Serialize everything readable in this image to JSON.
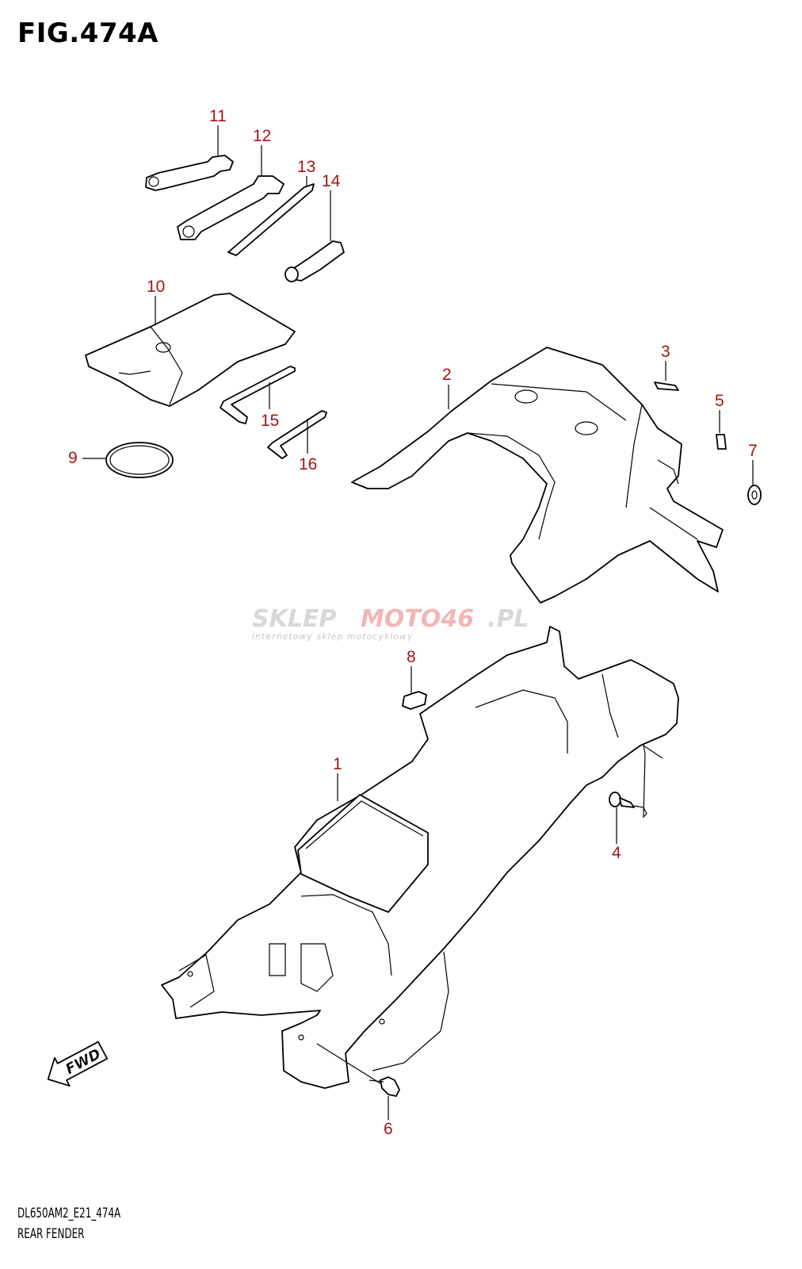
{
  "figure": {
    "title": "FIG.474A",
    "model_code": "DL650AM2_E21_474A",
    "section_name": "REAR FENDER"
  },
  "callouts": [
    {
      "id": "11",
      "label": "11"
    },
    {
      "id": "12",
      "label": "12"
    },
    {
      "id": "13",
      "label": "13"
    },
    {
      "id": "14",
      "label": "14"
    },
    {
      "id": "10",
      "label": "10"
    },
    {
      "id": "15",
      "label": "15"
    },
    {
      "id": "16",
      "label": "16"
    },
    {
      "id": "9",
      "label": "9"
    },
    {
      "id": "2",
      "label": "2"
    },
    {
      "id": "3",
      "label": "3"
    },
    {
      "id": "5",
      "label": "5"
    },
    {
      "id": "7",
      "label": "7"
    },
    {
      "id": "8",
      "label": "8"
    },
    {
      "id": "1",
      "label": "1"
    },
    {
      "id": "4",
      "label": "4"
    },
    {
      "id": "6",
      "label": "6"
    }
  ],
  "watermark": {
    "brand_part1": "SKLEP",
    "brand_part2": "MOTO46",
    "brand_part3": ".PL",
    "tagline": "internetowy sklep motocyklowy"
  },
  "direction_marker": {
    "label": "FWD"
  },
  "colors": {
    "callout": "#a51515",
    "line": "#000000",
    "watermark_red": "#f1b7b7"
  }
}
